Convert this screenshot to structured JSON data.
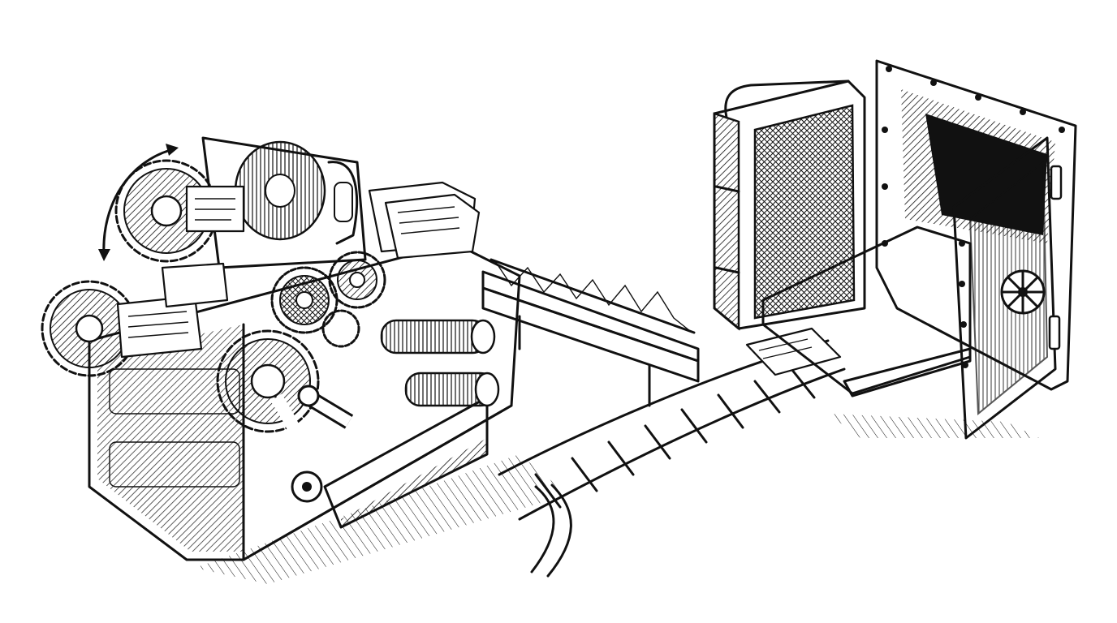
{
  "illustration": {
    "style": "black-and-white engraving / cross-hatched line art",
    "background_color": "#ffffff",
    "ink_color": "#111111",
    "subjects": [
      "gear-machine",
      "conveyor-bridge",
      "rail-track",
      "large-book",
      "vault-safe"
    ]
  }
}
